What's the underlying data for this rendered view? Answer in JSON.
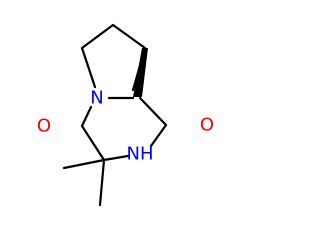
{
  "molecule": {
    "atoms": {
      "ring_nitrogen": {
        "label": "N",
        "color": "#0000ff"
      },
      "amide_nh": {
        "label": "NH",
        "color": "#0000ff"
      },
      "carbonyl_oxygen_left": {
        "label": "O",
        "color": "#ff0000"
      },
      "carbonyl_oxygen_right": {
        "label": "O",
        "color": "#ff0000"
      }
    },
    "bond_color": "#000000"
  }
}
